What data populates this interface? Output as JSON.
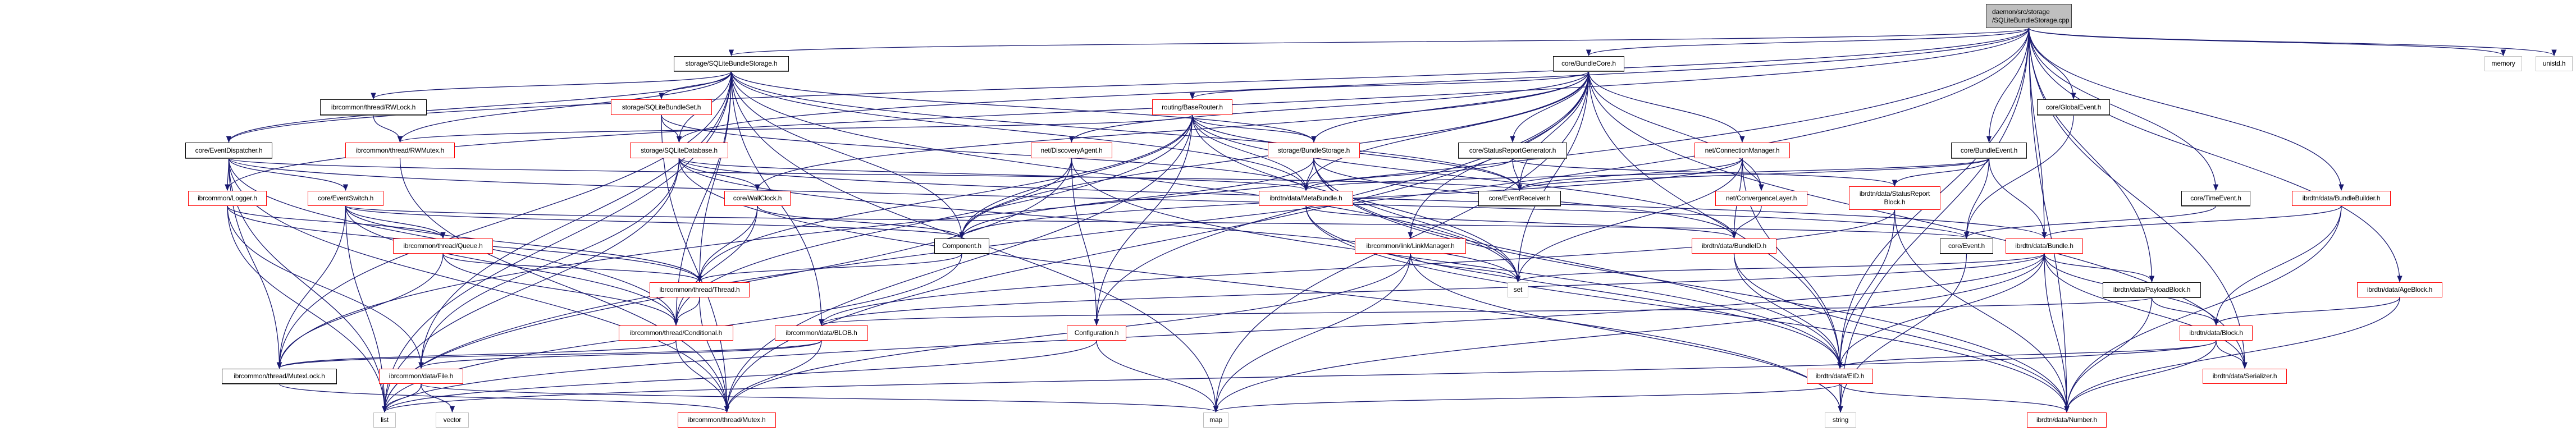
{
  "graph": {
    "title": "daemon/src/storage/SQLiteBundleStorage.cpp include dependency graph",
    "colors": {
      "edge": "#191970",
      "incomplete_border": "#ff0000",
      "root_fill": "#bfbfbf",
      "system_border": "#bfbfbf",
      "node_border": "#000000"
    },
    "nodes": [
      {
        "id": "root",
        "label": "daemon/src/storage\n/SQLiteBundleStorage.cpp",
        "kind": "root"
      },
      {
        "id": "sqlitebundlestorage_h",
        "label": "storage/SQLiteBundleStorage.h",
        "kind": "plain"
      },
      {
        "id": "bundlecore_h",
        "label": "core/BundleCore.h",
        "kind": "plain"
      },
      {
        "id": "memory",
        "label": "memory",
        "kind": "system"
      },
      {
        "id": "unistd_h",
        "label": "unistd.h",
        "kind": "system"
      },
      {
        "id": "rwlock_h",
        "label": "ibrcommon/thread/RWLock.h",
        "kind": "plain"
      },
      {
        "id": "sqlitebundleset_h",
        "label": "storage/SQLiteBundleSet.h",
        "kind": "incomplete"
      },
      {
        "id": "baserouter_h",
        "label": "routing/BaseRouter.h",
        "kind": "incomplete"
      },
      {
        "id": "globalevent_h",
        "label": "core/GlobalEvent.h",
        "kind": "plain"
      },
      {
        "id": "eventdispatcher_h",
        "label": "core/EventDispatcher.h",
        "kind": "plain"
      },
      {
        "id": "rwmutex_h",
        "label": "ibrcommon/thread/RWMutex.h",
        "kind": "incomplete"
      },
      {
        "id": "sqlitedatabase_h",
        "label": "storage/SQLiteDatabase.h",
        "kind": "incomplete"
      },
      {
        "id": "discoveryagent_h",
        "label": "net/DiscoveryAgent.h",
        "kind": "incomplete"
      },
      {
        "id": "bundlestorage_h",
        "label": "storage/BundleStorage.h",
        "kind": "incomplete"
      },
      {
        "id": "statusreportgenerator_h",
        "label": "core/StatusReportGenerator.h",
        "kind": "plain"
      },
      {
        "id": "connectionmanager_h",
        "label": "net/ConnectionManager.h",
        "kind": "incomplete"
      },
      {
        "id": "bundleevent_h",
        "label": "core/BundleEvent.h",
        "kind": "plain"
      },
      {
        "id": "logger_h",
        "label": "ibrcommon/Logger.h",
        "kind": "incomplete"
      },
      {
        "id": "eventswitch_h",
        "label": "core/EventSwitch.h",
        "kind": "incomplete"
      },
      {
        "id": "wallclock_h",
        "label": "core/WallClock.h",
        "kind": "incomplete"
      },
      {
        "id": "metabundle_h",
        "label": "ibrdtn/data/MetaBundle.h",
        "kind": "incomplete"
      },
      {
        "id": "eventreceiver_h",
        "label": "core/EventReceiver.h",
        "kind": "plain"
      },
      {
        "id": "convergencelayer_h",
        "label": "net/ConvergenceLayer.h",
        "kind": "incomplete"
      },
      {
        "id": "statusreportblock_h",
        "label": "ibrdtn/data/StatusReport\nBlock.h",
        "kind": "incomplete"
      },
      {
        "id": "timeevent_h",
        "label": "core/TimeEvent.h",
        "kind": "plain"
      },
      {
        "id": "bundlebuilder_h",
        "label": "ibrdtn/data/BundleBuilder.h",
        "kind": "incomplete"
      },
      {
        "id": "queue_h",
        "label": "ibrcommon/thread/Queue.h",
        "kind": "incomplete"
      },
      {
        "id": "component_h",
        "label": "Component.h",
        "kind": "plain"
      },
      {
        "id": "linkmanager_h",
        "label": "ibrcommon/link/LinkManager.h",
        "kind": "incomplete"
      },
      {
        "id": "bundleid_h",
        "label": "ibrdtn/data/BundleID.h",
        "kind": "incomplete"
      },
      {
        "id": "event_h",
        "label": "core/Event.h",
        "kind": "plain"
      },
      {
        "id": "bundle_h",
        "label": "ibrdtn/data/Bundle.h",
        "kind": "incomplete"
      },
      {
        "id": "thread_h",
        "label": "ibrcommon/thread/Thread.h",
        "kind": "incomplete"
      },
      {
        "id": "set",
        "label": "set",
        "kind": "system"
      },
      {
        "id": "payloadblock_h",
        "label": "ibrdtn/data/PayloadBlock.h",
        "kind": "plain"
      },
      {
        "id": "ageblock_h",
        "label": "ibrdtn/data/AgeBlock.h",
        "kind": "incomplete"
      },
      {
        "id": "conditional_h",
        "label": "ibrcommon/thread/Conditional.h",
        "kind": "incomplete"
      },
      {
        "id": "blob_h",
        "label": "ibrcommon/data/BLOB.h",
        "kind": "incomplete"
      },
      {
        "id": "configuration_h",
        "label": "Configuration.h",
        "kind": "incomplete"
      },
      {
        "id": "block_h",
        "label": "ibrdtn/data/Block.h",
        "kind": "incomplete"
      },
      {
        "id": "mutexlock_h",
        "label": "ibrcommon/thread/MutexLock.h",
        "kind": "plain"
      },
      {
        "id": "file_h",
        "label": "ibrcommon/data/File.h",
        "kind": "incomplete"
      },
      {
        "id": "eid_h",
        "label": "ibrdtn/data/EID.h",
        "kind": "incomplete"
      },
      {
        "id": "serializer_h",
        "label": "ibrdtn/data/Serializer.h",
        "kind": "incomplete"
      },
      {
        "id": "list",
        "label": "list",
        "kind": "system"
      },
      {
        "id": "vector",
        "label": "vector",
        "kind": "system"
      },
      {
        "id": "mutex_h",
        "label": "ibrcommon/thread/Mutex.h",
        "kind": "incomplete"
      },
      {
        "id": "map",
        "label": "map",
        "kind": "system"
      },
      {
        "id": "string",
        "label": "string",
        "kind": "system"
      },
      {
        "id": "number_h",
        "label": "ibrdtn/data/Number.h",
        "kind": "incomplete"
      }
    ],
    "edges": [
      [
        "root",
        "sqlitebundlestorage_h"
      ],
      [
        "root",
        "bundlecore_h"
      ],
      [
        "root",
        "memory"
      ],
      [
        "root",
        "unistd_h"
      ],
      [
        "root",
        "globalevent_h"
      ],
      [
        "root",
        "bundleevent_h"
      ],
      [
        "root",
        "timeevent_h"
      ],
      [
        "root",
        "bundlebuilder_h"
      ],
      [
        "root",
        "ageblock_h"
      ],
      [
        "root",
        "serializer_h"
      ],
      [
        "root",
        "eventdispatcher_h"
      ],
      [
        "root",
        "logger_h"
      ],
      [
        "root",
        "mutexlock_h"
      ],
      [
        "root",
        "list"
      ],
      [
        "root",
        "bundle_h"
      ],
      [
        "root",
        "payloadblock_h"
      ],
      [
        "root",
        "eid_h"
      ],
      [
        "root",
        "number_h"
      ],
      [
        "root",
        "string"
      ],
      [
        "root",
        "sqlitedatabase_h"
      ],
      [
        "sqlitebundlestorage_h",
        "rwlock_h"
      ],
      [
        "sqlitebundlestorage_h",
        "sqlitebundleset_h"
      ],
      [
        "sqlitebundlestorage_h",
        "sqlitedatabase_h"
      ],
      [
        "sqlitebundlestorage_h",
        "rwmutex_h"
      ],
      [
        "sqlitebundlestorage_h",
        "bundlestorage_h"
      ],
      [
        "sqlitebundlestorage_h",
        "eventreceiver_h"
      ],
      [
        "sqlitebundlestorage_h",
        "component_h"
      ],
      [
        "sqlitebundlestorage_h",
        "thread_h"
      ],
      [
        "sqlitebundlestorage_h",
        "conditional_h"
      ],
      [
        "sqlitebundlestorage_h",
        "list"
      ],
      [
        "sqlitebundlestorage_h",
        "set"
      ],
      [
        "sqlitebundlestorage_h",
        "map"
      ],
      [
        "sqlitebundlestorage_h",
        "mutexlock_h"
      ],
      [
        "sqlitebundlestorage_h",
        "metabundle_h"
      ],
      [
        "sqlitebundlestorage_h",
        "blob_h"
      ],
      [
        "sqlitebundlestorage_h",
        "eventdispatcher_h"
      ],
      [
        "sqlitebundlestorage_h",
        "file_h"
      ],
      [
        "bundlecore_h",
        "baserouter_h"
      ],
      [
        "bundlecore_h",
        "bundlestorage_h"
      ],
      [
        "bundlecore_h",
        "statusreportgenerator_h"
      ],
      [
        "bundlecore_h",
        "connectionmanager_h"
      ],
      [
        "bundlecore_h",
        "discoveryagent_h"
      ],
      [
        "bundlecore_h",
        "component_h"
      ],
      [
        "bundlecore_h",
        "eventreceiver_h"
      ],
      [
        "bundlecore_h",
        "wallclock_h"
      ],
      [
        "bundlecore_h",
        "configuration_h"
      ],
      [
        "bundlecore_h",
        "linkmanager_h"
      ],
      [
        "bundlecore_h",
        "set"
      ],
      [
        "bundlecore_h",
        "map"
      ],
      [
        "bundlecore_h",
        "mutex_h"
      ],
      [
        "bundlecore_h",
        "eid_h"
      ],
      [
        "bundlecore_h",
        "serializer_h"
      ],
      [
        "bundlecore_h",
        "convergencelayer_h"
      ],
      [
        "bundlecore_h",
        "metabundle_h"
      ],
      [
        "rwlock_h",
        "rwmutex_h"
      ],
      [
        "sqlitebundleset_h",
        "sqlitedatabase_h"
      ],
      [
        "sqlitebundleset_h",
        "metabundle_h"
      ],
      [
        "sqlitebundleset_h",
        "mutex_h"
      ],
      [
        "sqlitedatabase_h",
        "list"
      ],
      [
        "sqlitedatabase_h",
        "set"
      ],
      [
        "sqlitedatabase_h",
        "string"
      ],
      [
        "sqlitedatabase_h",
        "metabundle_h"
      ],
      [
        "sqlitedatabase_h",
        "file_h"
      ],
      [
        "sqlitedatabase_h",
        "bundle_h"
      ],
      [
        "sqlitedatabase_h",
        "wallclock_h"
      ],
      [
        "baserouter_h",
        "bundlestorage_h"
      ],
      [
        "baserouter_h",
        "metabundle_h"
      ],
      [
        "baserouter_h",
        "component_h"
      ],
      [
        "baserouter_h",
        "eventreceiver_h"
      ],
      [
        "baserouter_h",
        "rwmutex_h"
      ],
      [
        "baserouter_h",
        "thread_h"
      ],
      [
        "baserouter_h",
        "bundleid_h"
      ],
      [
        "baserouter_h",
        "mutex_h"
      ],
      [
        "baserouter_h",
        "conditional_h"
      ],
      [
        "baserouter_h",
        "set"
      ],
      [
        "baserouter_h",
        "configuration_h"
      ],
      [
        "globalevent_h",
        "event_h"
      ],
      [
        "eventdispatcher_h",
        "eventswitch_h"
      ],
      [
        "eventdispatcher_h",
        "logger_h"
      ],
      [
        "eventdispatcher_h",
        "mutexlock_h"
      ],
      [
        "eventdispatcher_h",
        "list"
      ],
      [
        "eventdispatcher_h",
        "eventreceiver_h"
      ],
      [
        "eventdispatcher_h",
        "event_h"
      ],
      [
        "eventdispatcher_h",
        "conditional_h"
      ],
      [
        "eventdispatcher_h",
        "mutex_h"
      ],
      [
        "rwmutex_h",
        "mutex_h"
      ],
      [
        "discoveryagent_h",
        "component_h"
      ],
      [
        "discoveryagent_h",
        "configuration_h"
      ],
      [
        "discoveryagent_h",
        "eid_h"
      ],
      [
        "discoveryagent_h",
        "list"
      ],
      [
        "bundlestorage_h",
        "metabundle_h"
      ],
      [
        "bundlestorage_h",
        "bundleid_h"
      ],
      [
        "bundlestorage_h",
        "set"
      ],
      [
        "bundlestorage_h",
        "number_h"
      ],
      [
        "bundlestorage_h",
        "component_h"
      ],
      [
        "bundlestorage_h",
        "eid_h"
      ],
      [
        "statusreportgenerator_h",
        "eventreceiver_h"
      ],
      [
        "statusreportgenerator_h",
        "metabundle_h"
      ],
      [
        "statusreportgenerator_h",
        "statusreportblock_h"
      ],
      [
        "connectionmanager_h",
        "convergencelayer_h"
      ],
      [
        "connectionmanager_h",
        "eventreceiver_h"
      ],
      [
        "connectionmanager_h",
        "component_h"
      ],
      [
        "connectionmanager_h",
        "bundleid_h"
      ],
      [
        "connectionmanager_h",
        "set"
      ],
      [
        "connectionmanager_h",
        "eid_h"
      ],
      [
        "bundleevent_h",
        "statusreportblock_h"
      ],
      [
        "bundleevent_h",
        "event_h"
      ],
      [
        "bundleevent_h",
        "bundle_h"
      ],
      [
        "bundleevent_h",
        "eventreceiver_h"
      ],
      [
        "bundleevent_h",
        "metabundle_h"
      ],
      [
        "logger_h",
        "queue_h"
      ],
      [
        "logger_h",
        "thread_h"
      ],
      [
        "logger_h",
        "list"
      ],
      [
        "logger_h",
        "file_h"
      ],
      [
        "eventswitch_h",
        "queue_h"
      ],
      [
        "eventswitch_h",
        "thread_h"
      ],
      [
        "eventswitch_h",
        "conditional_h"
      ],
      [
        "eventswitch_h",
        "list"
      ],
      [
        "eventswitch_h",
        "mutexlock_h"
      ],
      [
        "eventswitch_h",
        "component_h"
      ],
      [
        "eventswitch_h",
        "event_h"
      ],
      [
        "wallclock_h",
        "thread_h"
      ],
      [
        "wallclock_h",
        "conditional_h"
      ],
      [
        "wallclock_h",
        "component_h"
      ],
      [
        "metabundle_h",
        "bundleid_h"
      ],
      [
        "metabundle_h",
        "number_h"
      ],
      [
        "metabundle_h",
        "eid_h"
      ],
      [
        "convergencelayer_h",
        "bundleid_h"
      ],
      [
        "statusreportblock_h",
        "eid_h"
      ],
      [
        "statusreportblock_h",
        "number_h"
      ],
      [
        "statusreportblock_h",
        "blob_h"
      ],
      [
        "timeevent_h",
        "event_h"
      ],
      [
        "bundlebuilder_h",
        "bundle_h"
      ],
      [
        "bundlebuilder_h",
        "block_h"
      ],
      [
        "bundlebuilder_h",
        "number_h"
      ],
      [
        "queue_h",
        "thread_h"
      ],
      [
        "queue_h",
        "conditional_h"
      ],
      [
        "queue_h",
        "mutexlock_h"
      ],
      [
        "component_h",
        "thread_h"
      ],
      [
        "component_h",
        "list"
      ],
      [
        "linkmanager_h",
        "set"
      ],
      [
        "linkmanager_h",
        "map"
      ],
      [
        "linkmanager_h",
        "mutex_h"
      ],
      [
        "linkmanager_h",
        "string"
      ],
      [
        "bundleid_h",
        "eid_h"
      ],
      [
        "bundleid_h",
        "number_h"
      ],
      [
        "event_h",
        "string"
      ],
      [
        "bundle_h",
        "payloadblock_h"
      ],
      [
        "bundle_h",
        "block_h"
      ],
      [
        "bundle_h",
        "eid_h"
      ],
      [
        "bundle_h",
        "number_h"
      ],
      [
        "bundle_h",
        "set"
      ],
      [
        "bundle_h",
        "list"
      ],
      [
        "bundle_h",
        "map"
      ],
      [
        "bundle_h",
        "serializer_h"
      ],
      [
        "bundle_h",
        "blob_h"
      ],
      [
        "thread_h",
        "conditional_h"
      ],
      [
        "thread_h",
        "mutex_h"
      ],
      [
        "payloadblock_h",
        "block_h"
      ],
      [
        "payloadblock_h",
        "number_h"
      ],
      [
        "payloadblock_h",
        "blob_h"
      ],
      [
        "ageblock_h",
        "block_h"
      ],
      [
        "ageblock_h",
        "number_h"
      ],
      [
        "conditional_h",
        "mutex_h"
      ],
      [
        "conditional_h",
        "mutexlock_h"
      ],
      [
        "blob_h",
        "mutex_h"
      ],
      [
        "blob_h",
        "file_h"
      ],
      [
        "blob_h",
        "mutexlock_h"
      ],
      [
        "configuration_h",
        "map"
      ],
      [
        "configuration_h",
        "list"
      ],
      [
        "block_h",
        "eid_h"
      ],
      [
        "block_h",
        "serializer_h"
      ],
      [
        "block_h",
        "number_h"
      ],
      [
        "block_h",
        "list"
      ],
      [
        "mutexlock_h",
        "mutex_h"
      ],
      [
        "file_h",
        "list"
      ],
      [
        "file_h",
        "vector"
      ],
      [
        "file_h",
        "map"
      ],
      [
        "eid_h",
        "string"
      ],
      [
        "eid_h",
        "number_h"
      ],
      [
        "eid_h",
        "map"
      ]
    ]
  }
}
